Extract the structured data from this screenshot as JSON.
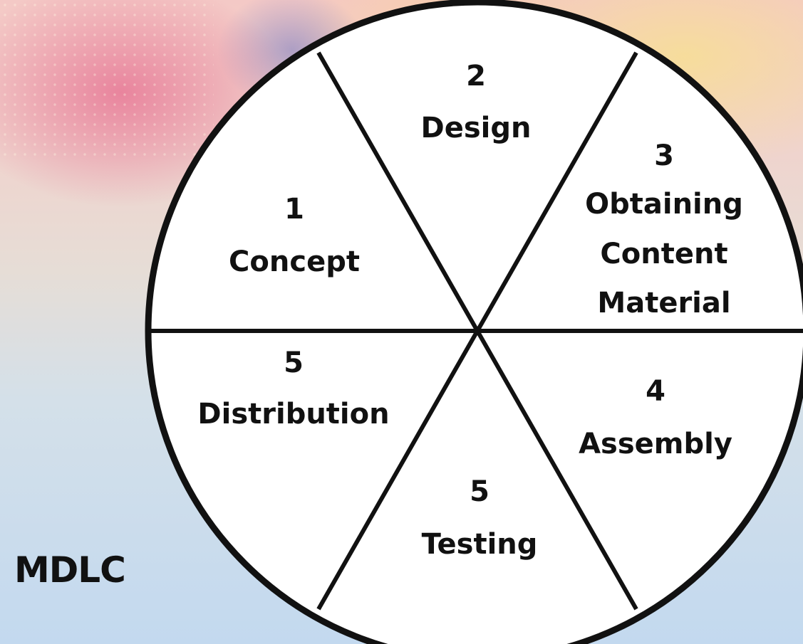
{
  "title": "MDLC",
  "segments": [
    {
      "number": "1",
      "lines": [
        "Concept"
      ]
    },
    {
      "number": "2",
      "lines": [
        "Design"
      ]
    },
    {
      "number": "3",
      "lines": [
        "Obtaining",
        "Content",
        "Material"
      ]
    },
    {
      "number": "4",
      "lines": [
        "Assembly"
      ]
    },
    {
      "number": "5",
      "lines": [
        "Testing"
      ]
    },
    {
      "number": "5",
      "lines": [
        "Distribution"
      ]
    }
  ],
  "colors": {
    "wheel_fill": "#ffffff",
    "wheel_stroke": "#111111"
  }
}
